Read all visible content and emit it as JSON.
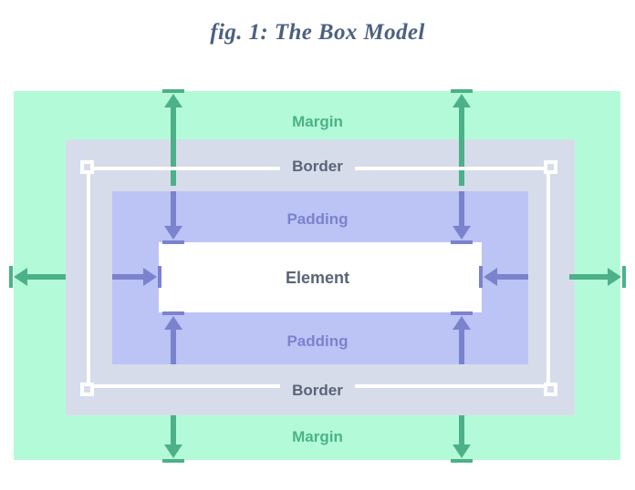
{
  "figure": {
    "title": "fig. 1: The Box Model"
  },
  "diagram": {
    "type": "css-box-model",
    "regions": [
      {
        "name": "margin",
        "label": "Margin",
        "color": "#b3fbd8",
        "text_color": "#4cb189"
      },
      {
        "name": "border",
        "label": "Border",
        "color": "#d7dcea",
        "text_color": "#5a6478"
      },
      {
        "name": "padding",
        "label": "Padding",
        "color": "#bcc3f5",
        "text_color": "#7b83cd"
      },
      {
        "name": "element",
        "label": "Element",
        "color": "#ffffff",
        "text_color": "#5a6478"
      }
    ],
    "labels": {
      "margin_top": "Margin",
      "margin_bottom": "Margin",
      "border_top": "Border",
      "border_bottom": "Border",
      "padding_top": "Padding",
      "padding_bottom": "Padding",
      "element": "Element"
    },
    "arrow_colors": {
      "margin": "#4cb189",
      "padding": "#7b83cd"
    },
    "arrows": {
      "margin_top_left": "margin-arrow-up",
      "margin_top_right": "margin-arrow-up",
      "margin_bottom_left": "margin-arrow-down",
      "margin_bottom_right": "margin-arrow-down",
      "margin_left": "margin-arrow-left",
      "margin_right": "margin-arrow-right",
      "padding_top_left": "padding-arrow-down",
      "padding_top_right": "padding-arrow-down",
      "padding_bottom_left": "padding-arrow-up",
      "padding_bottom_right": "padding-arrow-up",
      "padding_left": "padding-arrow-right",
      "padding_right": "padding-arrow-left"
    }
  }
}
